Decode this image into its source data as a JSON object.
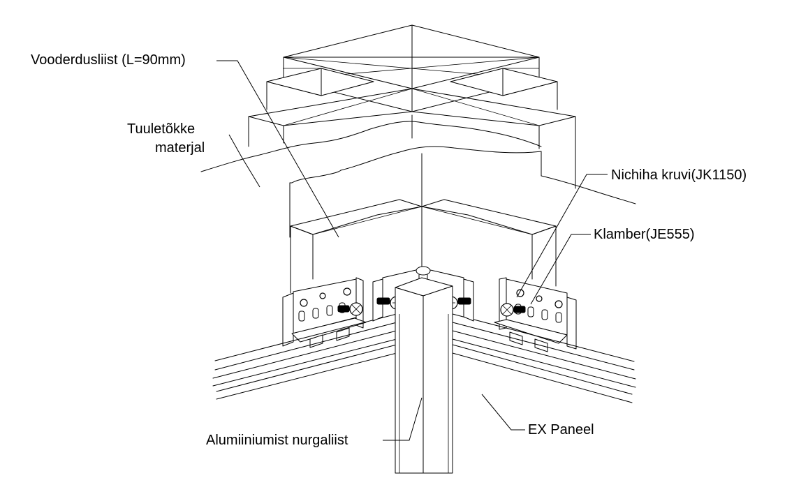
{
  "labels": {
    "vooderdusliist": "Vooderdusliist (L=90mm)",
    "tuuletokke_line1": "Tuuletõkke",
    "tuuletokke_line2": "materjal",
    "nichiha_kruvi": "Nichiha kruvi(JK1150)",
    "klamber": "Klamber(JE555)",
    "alumiinium_nurgaliist": "Alumiiniumist nurgaliist",
    "ex_paneel": "EX Paneel"
  },
  "colors": {
    "line": "#000000",
    "background": "#ffffff"
  }
}
